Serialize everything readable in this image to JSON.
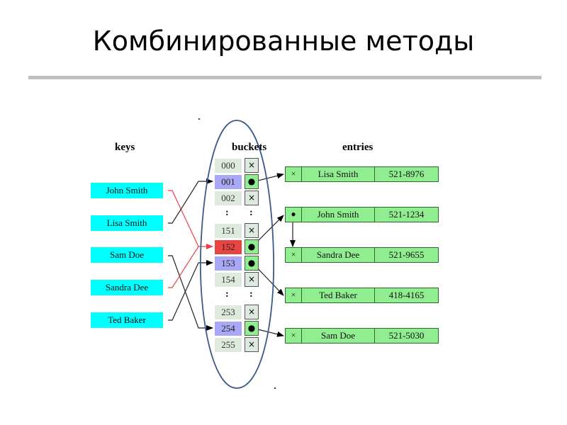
{
  "slide": {
    "title": "Комбинированные методы"
  },
  "diagram": {
    "headers": {
      "keys": "keys",
      "buckets": "buckets",
      "entries": "entries"
    },
    "keys": [
      "John Smith",
      "Lisa Smith",
      "Sam Doe",
      "Sandra Dee",
      "Ted Baker"
    ],
    "buckets": [
      {
        "index": "000",
        "state": "empty",
        "pointer": "×"
      },
      {
        "index": "001",
        "state": "used",
        "pointer": "●"
      },
      {
        "index": "002",
        "state": "empty",
        "pointer": "×"
      },
      {
        "index": "151",
        "state": "empty",
        "pointer": "×"
      },
      {
        "index": "152",
        "state": "collision",
        "pointer": "●"
      },
      {
        "index": "153",
        "state": "used",
        "pointer": "●"
      },
      {
        "index": "154",
        "state": "empty",
        "pointer": "×"
      },
      {
        "index": "253",
        "state": "empty",
        "pointer": "×"
      },
      {
        "index": "254",
        "state": "used",
        "pointer": "●"
      },
      {
        "index": "255",
        "state": "empty",
        "pointer": "×"
      }
    ],
    "ellipsis": ":",
    "entries": [
      {
        "pointer": "×",
        "name": "Lisa Smith",
        "phone": "521-8976"
      },
      {
        "pointer": "●",
        "name": "John Smith",
        "phone": "521-1234"
      },
      {
        "pointer": "×",
        "name": "Sandra Dee",
        "phone": "521-9655"
      },
      {
        "pointer": "×",
        "name": "Ted Baker",
        "phone": "418-4165"
      },
      {
        "pointer": "×",
        "name": "Sam Doe",
        "phone": "521-5030"
      }
    ],
    "colors": {
      "key_fill": "#00ffff",
      "bucket_used": "#a8a8f4",
      "bucket_collision": "#e84444",
      "entry_fill": "#90ee90",
      "collision_line": "#e8404a",
      "ellipse": "#3a5a8a"
    }
  }
}
